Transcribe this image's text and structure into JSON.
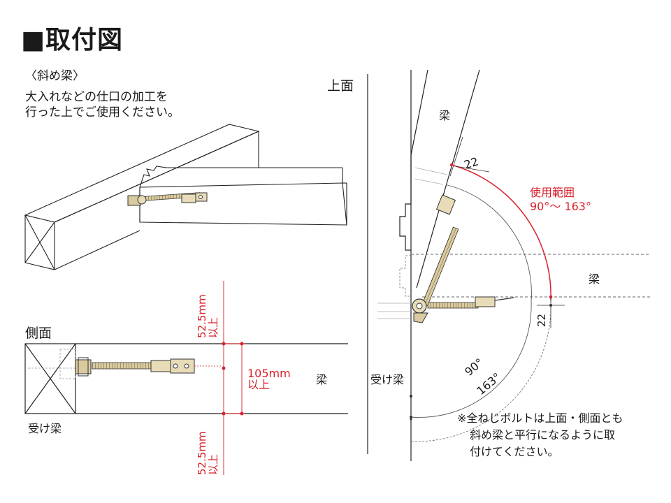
{
  "title": "■取付図",
  "diagonal_beam": {
    "heading": "〈斜め梁〉",
    "note_line1": "大入れなどの仕口の加工を",
    "note_line2": "行った上でご使用ください。"
  },
  "top_view": {
    "label": "上面",
    "beam_label_upper": "梁",
    "beam_label_right": "梁",
    "receiving_beam_label": "受け梁",
    "dim_22_a": "22",
    "dim_22_b": "22",
    "range_label_line1": "使用範囲",
    "range_label_line2": "90°～ 163°",
    "angle_90": "90°",
    "angle_163": "163°"
  },
  "side_view": {
    "label": "側面",
    "receiving_beam_label": "受け梁",
    "beam_label": "梁",
    "dim_top_line1": "52.5mm",
    "dim_top_line2": "以上",
    "dim_bottom_line1": "52.5mm",
    "dim_bottom_line2": "以上",
    "dim_height_line1": "105mm",
    "dim_height_line2": "以上"
  },
  "footnote": {
    "line1": "※全ねじボルトは上面・側面とも",
    "line2": "斜め梁と平行になるように取",
    "line3": "付けてください。"
  },
  "colors": {
    "accent_red": "#d8202a",
    "metal_gold": "#c9b98a"
  }
}
